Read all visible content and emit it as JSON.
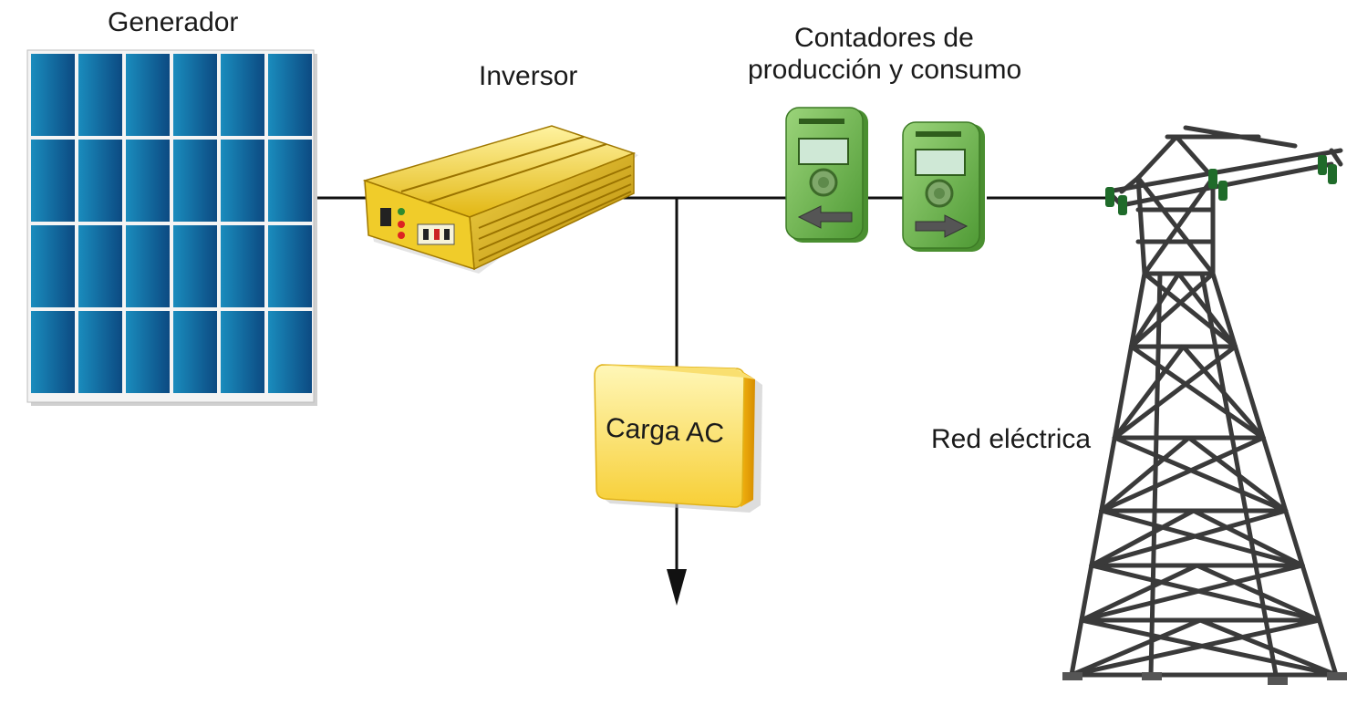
{
  "labels": {
    "generator": "Generador",
    "inverter": "Inversor",
    "meters_line1": "Contadores de",
    "meters_line2": "producción y consumo",
    "load": "Carga AC",
    "grid": "Red eléctrica"
  },
  "colors": {
    "panel_dark": "#0d3b73",
    "panel_light": "#1b8fc0",
    "inverter_gold": "#e8c21c",
    "meter_green": "#6db84a",
    "load_yellow": "#fbd84c",
    "tower_gray": "#3a3a3a",
    "wire": "#111111"
  },
  "icons": [
    "solar-panel-icon",
    "inverter-icon",
    "meter-icon",
    "load-box-icon",
    "transmission-tower-icon",
    "arrow-down-icon"
  ]
}
